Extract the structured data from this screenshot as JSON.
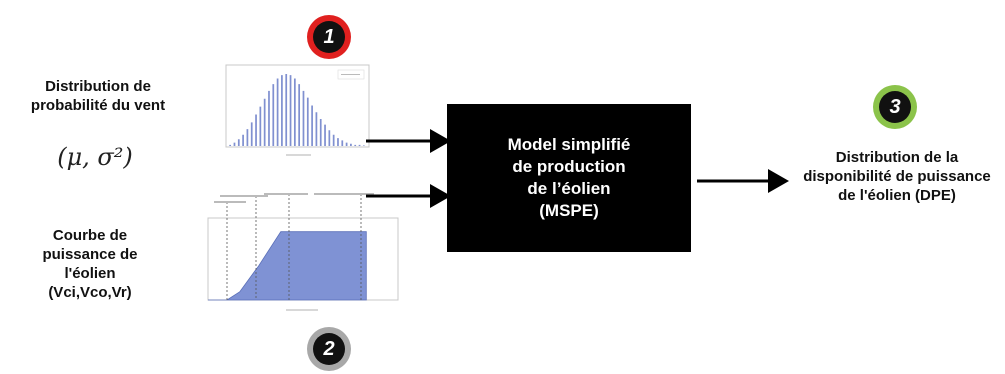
{
  "badges": [
    {
      "number": "1",
      "color": "#e0201f"
    },
    {
      "number": "2",
      "color": "#a8a8a8"
    },
    {
      "number": "3",
      "color": "#8bc34a"
    }
  ],
  "inputs": {
    "wind_distribution_label": "Distribution de probabilité du vent",
    "formula": "(μ, σ²)",
    "power_curve_label": "Courbe de puissance de l'éolien (Vci,Vco,Vr)"
  },
  "model_box": {
    "lines": [
      "Model simplifié",
      "de production",
      "de l’éolien",
      "(MSPE)"
    ],
    "background": "#000000"
  },
  "output": {
    "label": "Distribution de la disponibilité de puissance de l'éolien (DPE)"
  },
  "chart_data": [
    {
      "type": "bar",
      "title": "",
      "xlabel": "",
      "ylabel": "",
      "series_color": "#8090d0",
      "values": [
        1,
        3,
        6,
        10,
        15,
        21,
        28,
        35,
        42,
        49,
        55,
        60,
        63,
        64,
        63,
        60,
        55,
        49,
        43,
        36,
        30,
        24,
        19,
        14,
        10,
        7,
        5,
        3,
        2,
        1,
        1,
        0.5
      ]
    },
    {
      "type": "area",
      "title": "",
      "xlabel": "",
      "ylabel": "",
      "fill_color": "#7f92d4",
      "x": [
        0,
        3,
        5,
        8,
        11.5,
        25,
        25
      ],
      "y": [
        0,
        0,
        0.12,
        0.5,
        1,
        1,
        0
      ],
      "xlim": [
        0,
        30
      ],
      "ylim": [
        0,
        1.2
      ]
    }
  ]
}
